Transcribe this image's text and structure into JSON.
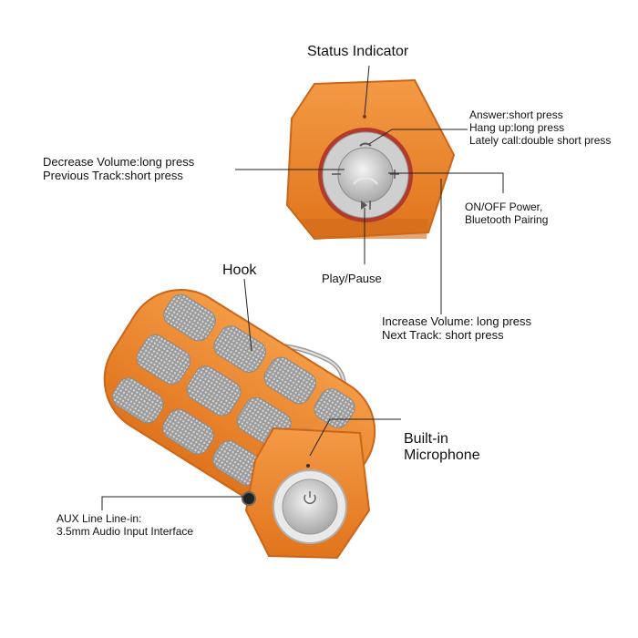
{
  "labels": {
    "status_indicator": "Status Indicator",
    "call_controls": [
      "Answer:short press",
      "Hang up:long press",
      "Lately call:double short press"
    ],
    "decrease_volume": [
      "Decrease Volume:long press",
      "Previous Track:short press"
    ],
    "power": [
      "ON/OFF Power,",
      "Bluetooth Pairing"
    ],
    "hook": "Hook",
    "play_pause": "Play/Pause",
    "increase_volume": [
      "Increase Volume: long press",
      "Next Track: short press"
    ],
    "microphone": [
      "Built-in",
      "Microphone"
    ],
    "aux": [
      "AUX Line Line-in:",
      "3.5mm Audio Input Interface"
    ]
  },
  "colors": {
    "speaker_orange": "#f08a2e",
    "speaker_orange_dark": "#c9661a",
    "grille_silver": "#b5b5b5",
    "ring_red": "#b23a2a",
    "button_silver": "#d9d9d9",
    "leader_line": "#222222"
  }
}
